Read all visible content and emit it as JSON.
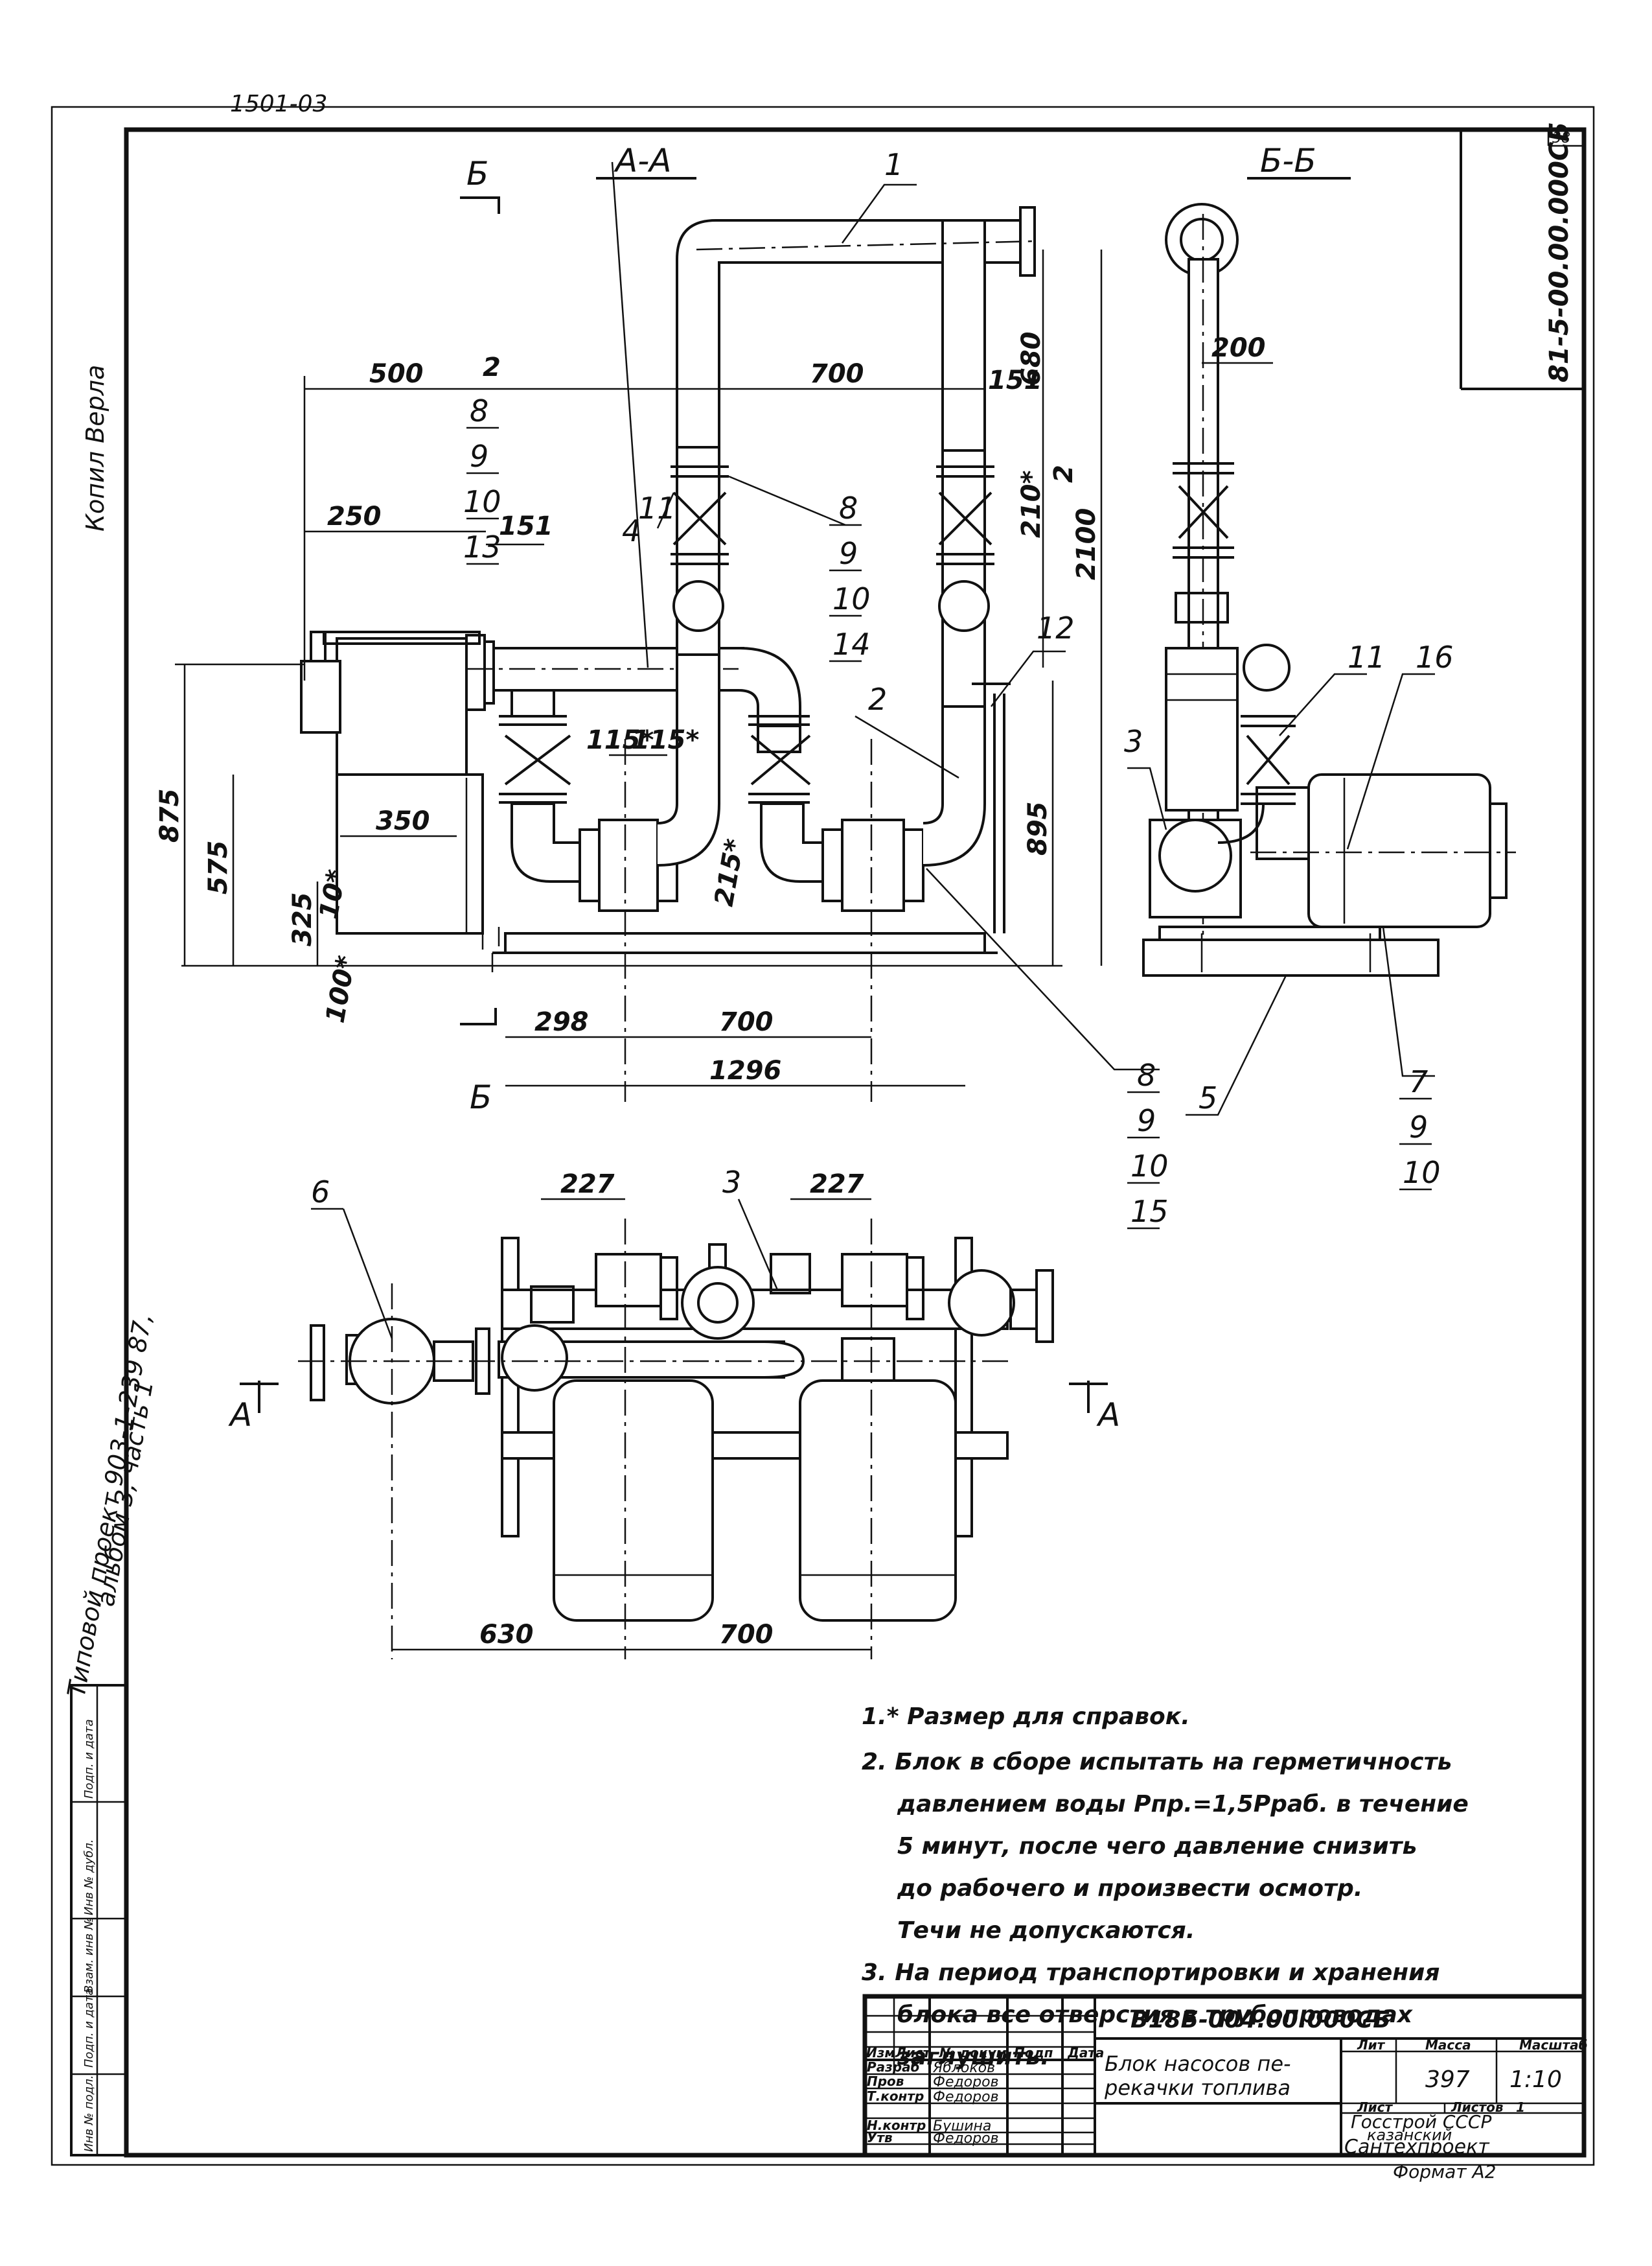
{
  "sheet": {
    "top_number": "1501-03",
    "sheet_no": "38",
    "rotated_code": "81-5-00.00.000СБ",
    "side_copy": "Копил Верла",
    "project_line1": "Типовой проект 903-1-239 87,",
    "project_line2": "альбом 3, часть 1"
  },
  "left_stamp": [
    "Инв № подл.",
    "Подп. и дата",
    "Взам. инв №",
    "Инв № дубл.",
    "Подп. и дата"
  ],
  "views": {
    "section_aa": "А-А",
    "section_bb": "Б-Б",
    "cut_b": "Б",
    "cut_a": "А"
  },
  "dimensions": {
    "d500": "500",
    "d2a": "2",
    "d700top": "700",
    "d151a": "151",
    "d680": "680",
    "d2b": "2",
    "d210": "210*",
    "d2100": "2100",
    "d250": "250",
    "d151b": "151",
    "d115a": "115*",
    "d115b": "115*",
    "d350": "350",
    "d875": "875",
    "d575": "575",
    "d325": "325",
    "d10": "10*",
    "d100": "100*",
    "d215": "215*",
    "d895": "895",
    "d298": "298",
    "d700mid": "700",
    "d1296": "1296",
    "d200": "200",
    "d227a": "227",
    "d227b": "227",
    "d630": "630",
    "d700bot": "700"
  },
  "callouts": {
    "c1": "1",
    "c2": "2",
    "c3": "3",
    "c4": "4",
    "c5": "5",
    "c6": "6",
    "c7": "7",
    "c11a": "11",
    "c11b": "11",
    "c12": "12",
    "c16": "16",
    "c3b": "3",
    "stack_left": [
      "8",
      "9",
      "10",
      "13"
    ],
    "stack_mid": [
      "8",
      "9",
      "10",
      "14"
    ],
    "stack_bottom": [
      "8",
      "9",
      "10",
      "15"
    ],
    "stack_right": [
      "7",
      "9",
      "10"
    ]
  },
  "notes": [
    "1.* Размер для справок.",
    "2. Блок в сборе испытать на герметичность",
    "давлением воды Рпр.=1,5Рраб. в течение",
    "5 минут, после чего давление снизить",
    "до рабочего и произвести осмотр.",
    "Течи не допускаются.",
    "3. На период транспортировки и хранения",
    "блока все отверстия в трубопроводах",
    "заглушить."
  ],
  "title_block": {
    "doc_code": "В18Б-004.00.000СБ",
    "name_line1": "Блок насосов пе-",
    "name_line2": "рекачки топлива",
    "head": [
      "Изм",
      "Лист",
      "№ докум",
      "Подп",
      "Дата"
    ],
    "rows": [
      {
        "role": "Разраб",
        "name": "Яблоков"
      },
      {
        "role": "Пров",
        "name": "Федоров"
      },
      {
        "role": "Т.контр",
        "name": "Федоров"
      },
      {
        "role": "",
        "name": ""
      },
      {
        "role": "Н.контр",
        "name": "Бушина"
      },
      {
        "role": "Утв",
        "name": "Федоров"
      }
    ],
    "lit_label": "Лит",
    "mass_label": "Масса",
    "scale_label": "Масштаб",
    "mass": "397",
    "scale": "1:10",
    "sheet_label": "Лист",
    "sheets_label": "Листов",
    "sheets_count": "1",
    "org1": "Госстрой СССР",
    "org2": "казанский",
    "org3": "Сантехпроект",
    "format": "Формат А2"
  }
}
